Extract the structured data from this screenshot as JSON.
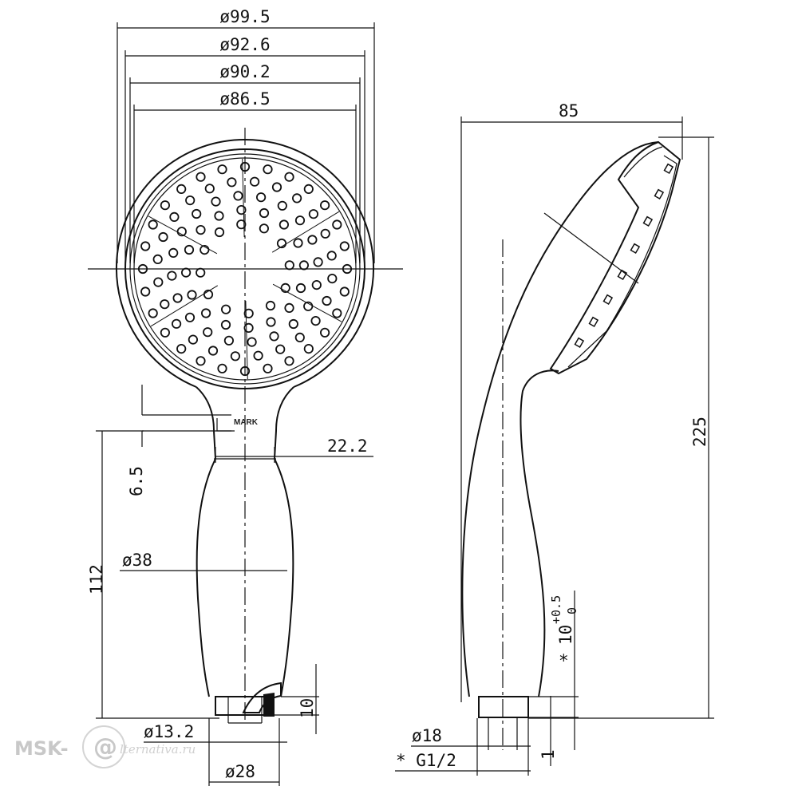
{
  "front_view": {
    "diameters": [
      "ø99.5",
      "ø92.6",
      "ø90.2",
      "ø86.5"
    ],
    "neck_width": "22.2",
    "neck_offset": "6.5",
    "handle_length": "112",
    "handle_diameter": "ø38",
    "connector_height": "10",
    "connector_inner_diameter": "ø13.2",
    "connector_outer_diameter": "ø28",
    "logo_text": "MARK"
  },
  "side_view": {
    "head_depth": "85",
    "total_length": "225",
    "thread_length": "10",
    "thread_tolerance_upper": "+0.5",
    "thread_tolerance_lower": "0",
    "thread_asterisk": "*",
    "outlet_diameter": "ø18",
    "thread_spec": "* G1/2",
    "small_step": "1"
  },
  "watermark": {
    "brand": "MSK-",
    "at": "@",
    "tail": "lternativa.ru"
  }
}
